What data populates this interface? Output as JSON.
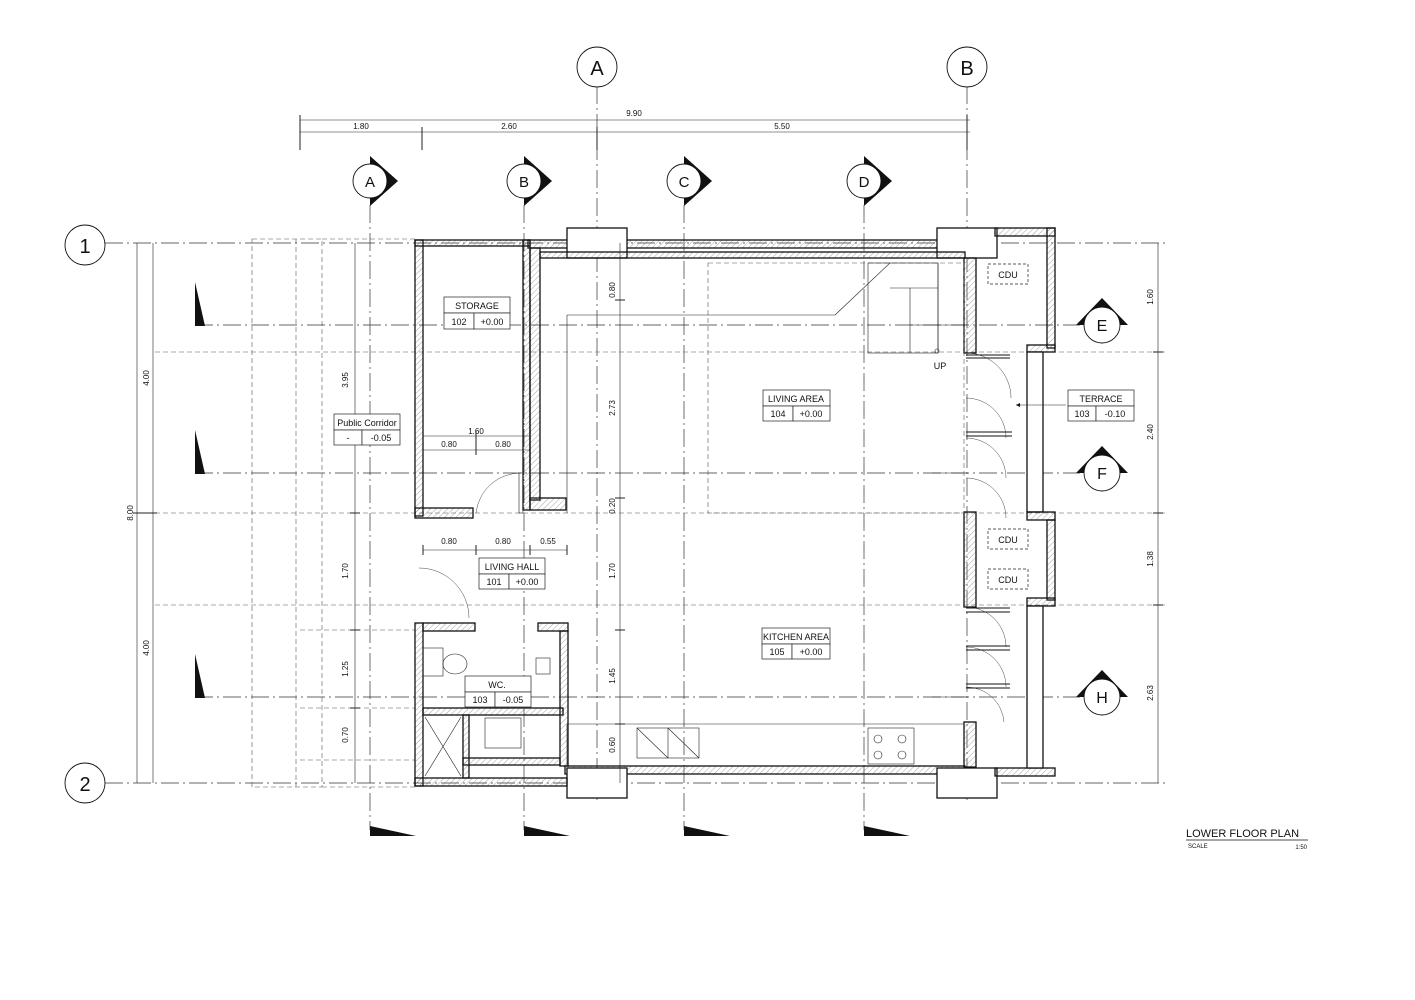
{
  "plan": {
    "title": "LOWER FLOOR PLAN",
    "scale_label": "SCALE",
    "scale_value": "1:50"
  },
  "grid": {
    "columns": [
      "A",
      "B"
    ],
    "rows": [
      "1",
      "2"
    ]
  },
  "sections": {
    "vertical": [
      "A",
      "B",
      "C",
      "D"
    ],
    "horizontal": [
      "E",
      "F",
      "H"
    ]
  },
  "rooms": {
    "storage": {
      "name": "STORAGE",
      "number": "102",
      "level": "+0.00"
    },
    "corridor": {
      "name": "Public Corridor",
      "number": "-",
      "level": "-0.05"
    },
    "living_area": {
      "name": "LIVING AREA",
      "number": "104",
      "level": "+0.00"
    },
    "terrace": {
      "name": "TERRACE",
      "number": "103",
      "level": "-0.10"
    },
    "living_hall": {
      "name": "LIVING HALL",
      "number": "101",
      "level": "+0.00"
    },
    "kitchen": {
      "name": "KITCHEN AREA",
      "number": "105",
      "level": "+0.00"
    },
    "wc": {
      "name": "WC.",
      "number": "103",
      "level": "-0.05"
    }
  },
  "equipment": {
    "cdu1": "CDU",
    "cdu2": "CDU",
    "cdu3": "CDU",
    "stair": "UP"
  },
  "dims": {
    "top_total": "9.90",
    "top_1": "1.80",
    "top_2": "2.60",
    "top_3": "5.50",
    "left_8": "8.00",
    "left_4a": "4.00",
    "left_4b": "4.00",
    "c_395": "3.95",
    "c_170": "1.70",
    "c_125": "1.25",
    "c_070": "0.70",
    "m_080": "0.80",
    "m_273": "2.73",
    "m_020": "0.20",
    "m_170": "1.70",
    "m_145": "1.45",
    "m_060": "0.60",
    "r_160": "1.60",
    "r_240": "2.40",
    "r_138": "1.38",
    "r_263": "2.63",
    "h_160": "1.60",
    "h_080a": "0.80",
    "h_080b": "0.80",
    "h_080c": "0.80",
    "h_080d": "0.80",
    "h_055": "0.55"
  }
}
